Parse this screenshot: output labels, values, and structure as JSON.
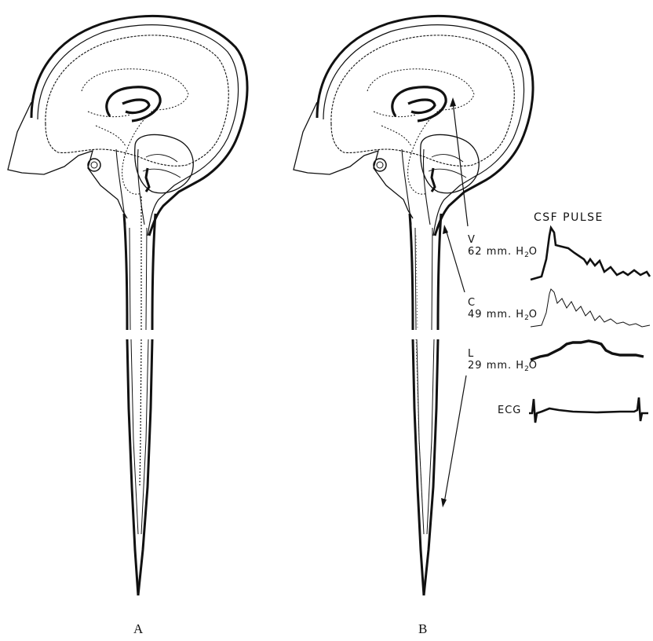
{
  "panels": {
    "a": "A",
    "b": "B"
  },
  "trace_title": "CSF PULSE",
  "measurements": [
    {
      "site": "V",
      "value": "62",
      "unit_pre": "mm. H",
      "unit_sub": "2",
      "unit_post": "O"
    },
    {
      "site": "C",
      "value": "49",
      "unit_pre": "mm. H",
      "unit_sub": "2",
      "unit_post": "O"
    },
    {
      "site": "L",
      "value": "29",
      "unit_pre": "mm. H",
      "unit_sub": "2",
      "unit_post": "O"
    }
  ],
  "ecg_label": "ECG",
  "colors": {
    "ink": "#111111",
    "paper": "#ffffff"
  }
}
